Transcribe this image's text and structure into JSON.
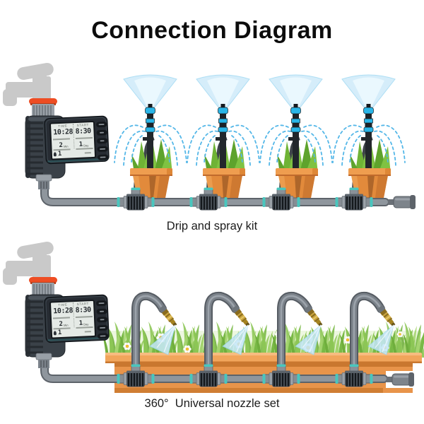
{
  "title": "Connection Diagram",
  "captions": {
    "top": "Drip and spray kit",
    "bottom": "360°  Universal nozzle set"
  },
  "timer_display": {
    "time_label": "TIME",
    "time_value": "10:28",
    "start_label": "START",
    "start_value": "8:30",
    "duration_value": "2",
    "duration_unit": "Min",
    "interval_value": "1",
    "interval_unit": "Day",
    "program_value": "1"
  },
  "components": {
    "faucet": "garden tap",
    "timer": "electronic water timer with LCD and 5 buttons",
    "top_kit": "4 drip spray stakes in terracotta pots on a barbed tee main line with end plug",
    "bottom_kit": "4 gooseneck 360 nozzles over a planter box with grass and daisies, tee main line with end plug"
  },
  "colors": {
    "seal_ring_orange": "#ee4d23",
    "device_dark": "#363c43",
    "lcd_bg": "#e5eae6",
    "faucet_gray": "#c9c9c9",
    "pipe_gray": "#8f969d",
    "tee_teal": "#49c6be",
    "pot_orange": "#e28a3b",
    "planter_orange": "#e8944a",
    "leaf_green": "#7fc242",
    "grass_green": "#8cc655",
    "water_blue": "#54b7e8",
    "spray_fill": "#d2ecfa",
    "brass": "#c9a33c"
  }
}
